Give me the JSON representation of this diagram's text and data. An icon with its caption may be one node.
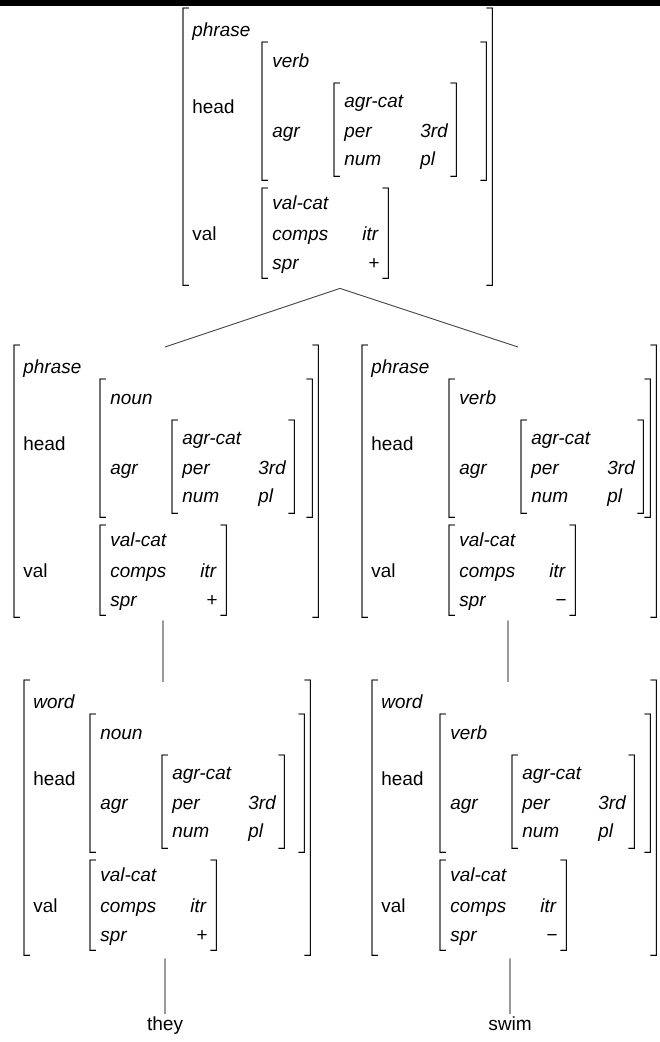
{
  "diagram": {
    "nodes": [
      {
        "text": [
          "phrase",
          "head",
          "val"
        ]
      },
      {
        "text": [
          "verb",
          "agr"
        ],
        "in": 0
      },
      {
        "text": [
          "agr-cat",
          "per",
          "3rd",
          "num",
          "pl"
        ],
        "in": 1
      },
      {
        "text": [
          "val-cat",
          "comps",
          "itr",
          "spr",
          "+"
        ],
        "in": 0
      },
      {
        "text": [
          "phrase",
          "head",
          "val"
        ]
      },
      {
        "text": [
          "noun",
          "agr"
        ],
        "in": 4
      },
      {
        "text": [
          "agr-cat",
          "per",
          "3rd",
          "num",
          "pl"
        ],
        "in": 5
      },
      {
        "text": [
          "val-cat",
          "comps",
          "itr",
          "spr",
          "+"
        ],
        "in": 4
      },
      {
        "text": [
          "phrase",
          "head",
          "val"
        ]
      },
      {
        "text": [
          "verb",
          "agr"
        ],
        "in": 8
      },
      {
        "text": [
          "agr-cat",
          "per",
          "3rd",
          "num",
          "pl"
        ],
        "in": 9
      },
      {
        "text": [
          "val-cat",
          "comps",
          "itr",
          "spr",
          "−"
        ],
        "in": 8
      },
      {
        "text": [
          "word",
          "head",
          "val"
        ]
      },
      {
        "text": [
          "noun",
          "agr"
        ],
        "in": 12
      },
      {
        "text": [
          "agr-cat",
          "per",
          "3rd",
          "num",
          "pl"
        ],
        "in": 13
      },
      {
        "text": [
          "val-cat",
          "comps",
          "itr",
          "spr",
          "+"
        ],
        "in": 12
      },
      {
        "text": [
          "word",
          "head",
          "val"
        ]
      },
      {
        "text": [
          "verb",
          "agr"
        ],
        "in": 16
      },
      {
        "text": [
          "agr-cat",
          "per",
          "3rd",
          "num",
          "pl"
        ],
        "in": 17
      },
      {
        "text": [
          "val-cat",
          "comps",
          "itr",
          "spr",
          "−"
        ],
        "in": 16
      },
      {
        "text": [
          "they"
        ]
      },
      {
        "text": [
          "swim"
        ]
      }
    ],
    "edges": [
      {
        "from": 0,
        "to": 4,
        "arrow": "none"
      },
      {
        "from": 0,
        "to": 8,
        "arrow": "none"
      },
      {
        "from": 4,
        "to": 12,
        "arrow": "none"
      },
      {
        "from": 8,
        "to": 16,
        "arrow": "none"
      },
      {
        "from": 12,
        "to": 20,
        "arrow": "none"
      },
      {
        "from": 16,
        "to": 21,
        "arrow": "none"
      }
    ]
  }
}
